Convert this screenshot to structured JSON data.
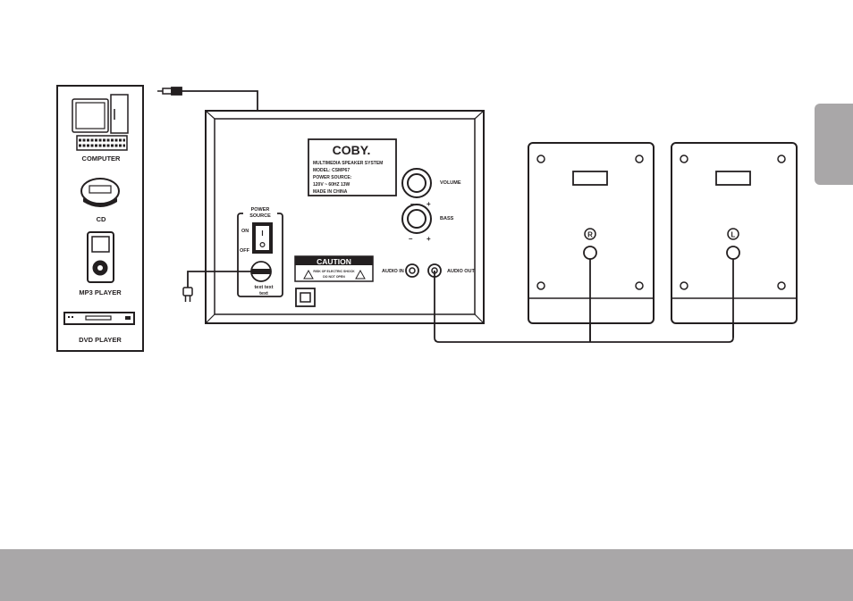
{
  "sources": {
    "computer": "COMPUTER",
    "cd": "CD",
    "mp3": "MP3 PLAYER",
    "dvd": "DVD PLAYER"
  },
  "main_unit": {
    "power_label_1": "POWER",
    "power_label_2": "SOURCE",
    "on": "ON",
    "off": "OFF",
    "switch_mark": "I",
    "text_1": "text text",
    "text_2": "text",
    "volume": "VOLUME",
    "bass": "BASS",
    "minus": "–",
    "plus": "+",
    "audio_in": "AUDIO IN",
    "audio_out": "AUDIO OUT"
  },
  "spec_label": {
    "brand": "COBY.",
    "line1": "MULTIMEDIA SPEAKER SYSTEM",
    "line2": "MODEL: CSMP67",
    "line3": "POWER SOURCE:",
    "line4": "120V ~ 60HZ 13W",
    "line5": "MADE IN CHINA"
  },
  "caution": {
    "title": "CAUTION",
    "line1": "RISK OF ELECTRIC SHOCK",
    "line2": "DO NOT OPEN"
  },
  "speakers": {
    "right": "R",
    "left": "L"
  }
}
